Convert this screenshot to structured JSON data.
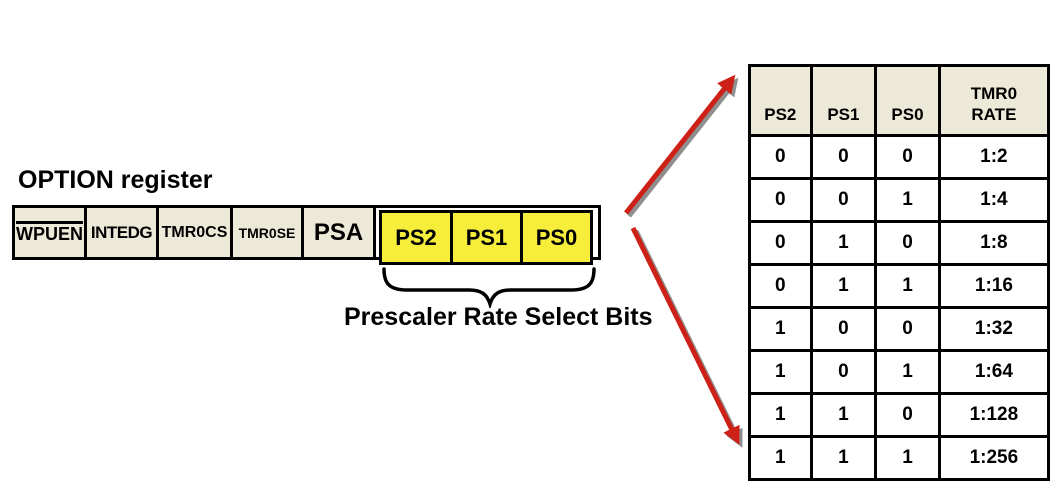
{
  "title": "OPTION register",
  "register": {
    "bits": [
      {
        "label": "WPUEN",
        "overline": true
      },
      {
        "label": "INTEDG",
        "overline": false
      },
      {
        "label": "TMR0CS",
        "overline": false
      },
      {
        "label": "TMR0SE",
        "overline": false
      },
      {
        "label": "PSA",
        "overline": false
      }
    ],
    "ps_bits": [
      {
        "label": "PS2"
      },
      {
        "label": "PS1"
      },
      {
        "label": "PS0"
      }
    ]
  },
  "brace_label": "Prescaler Rate Select Bits",
  "table": {
    "headers": [
      "PS2",
      "PS1",
      "PS0",
      "TMR0\nRATE"
    ],
    "rows": [
      [
        "0",
        "0",
        "0",
        "1:2"
      ],
      [
        "0",
        "0",
        "1",
        "1:4"
      ],
      [
        "0",
        "1",
        "0",
        "1:8"
      ],
      [
        "0",
        "1",
        "1",
        "1:16"
      ],
      [
        "1",
        "0",
        "0",
        "1:32"
      ],
      [
        "1",
        "0",
        "1",
        "1:64"
      ],
      [
        "1",
        "1",
        "0",
        "1:128"
      ],
      [
        "1",
        "1",
        "1",
        "1:256"
      ]
    ]
  },
  "colors": {
    "highlight": "#f7ee3c",
    "cell-bg": "#ece9d8",
    "arrow": "#cd2118",
    "arrow-shadow": "#8f8f8f"
  }
}
